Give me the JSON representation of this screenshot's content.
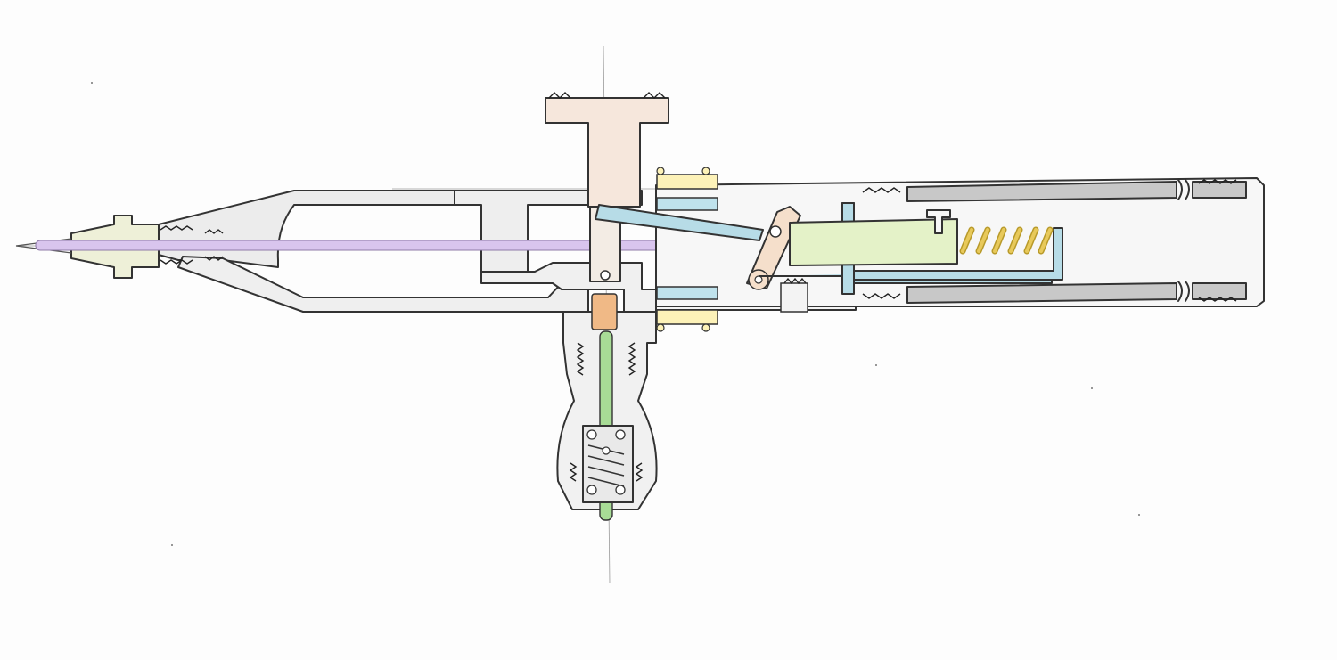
{
  "diagram": {
    "kind": "airbrush cross-section",
    "labels": []
  },
  "colors": {
    "paper": "#fdfdfd",
    "ink": "#333333",
    "body_gray": "#eeeeee",
    "barrel_gray": "#c8c8c8",
    "needle": "#d9c5ee",
    "cap_peach": "#f6e7dc",
    "trigger_peach": "#f5dfcb",
    "lever_blue": "#bfe2ec",
    "linkage_blue": "#b7dce7",
    "sleeve_yellow": "#fdf2b8",
    "chuck_green": "#e4f2c8",
    "valve_orange": "#f0b986",
    "valve_stem_green": "#a8dc96",
    "nozzle_cream": "#eef0d8",
    "spring_gold": "#e8c95a"
  },
  "components": [
    {
      "name": "nozzle-cap"
    },
    {
      "name": "nozzle-cone"
    },
    {
      "name": "needle"
    },
    {
      "name": "air-passage"
    },
    {
      "name": "main-body"
    },
    {
      "name": "trigger-button"
    },
    {
      "name": "trigger-lever"
    },
    {
      "name": "needle-chuck"
    },
    {
      "name": "needle-spring"
    },
    {
      "name": "handle-barrel"
    },
    {
      "name": "air-valve"
    },
    {
      "name": "air-valve-stem"
    },
    {
      "name": "hose-connector"
    }
  ]
}
